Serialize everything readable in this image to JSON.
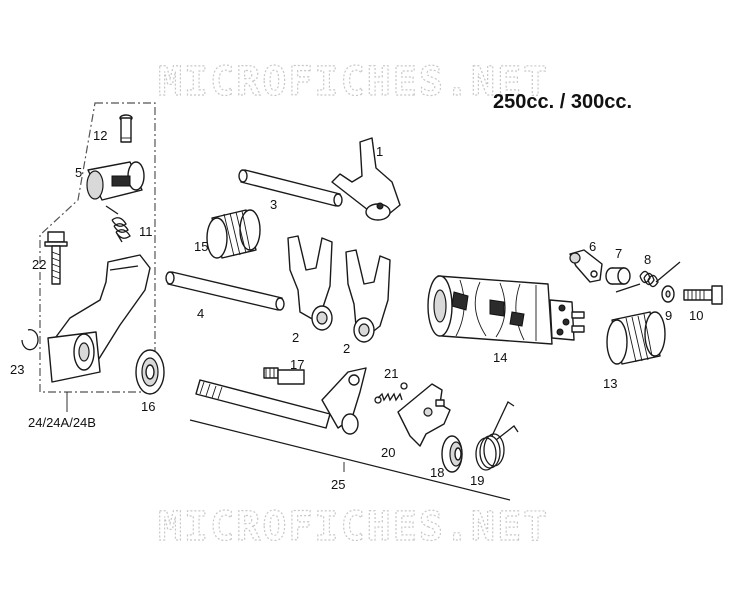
{
  "watermark_top": "MICROFICHES.NET",
  "watermark_bottom": "MICROFICHES.NET",
  "heading": "250cc. / 300cc.",
  "labels": {
    "p1": "1",
    "p2a": "2",
    "p2b": "2",
    "p3": "3",
    "p4": "4",
    "p5": "5",
    "p6": "6",
    "p7": "7",
    "p8": "8",
    "p9": "9",
    "p10": "10",
    "p11": "11",
    "p12": "12",
    "p13": "13",
    "p14": "14",
    "p15": "15",
    "p16": "16",
    "p17": "17",
    "p18": "18",
    "p19": "19",
    "p20": "20",
    "p21": "21",
    "p22": "22",
    "p23": "23",
    "p24": "24/24A/24B",
    "p25": "25"
  }
}
